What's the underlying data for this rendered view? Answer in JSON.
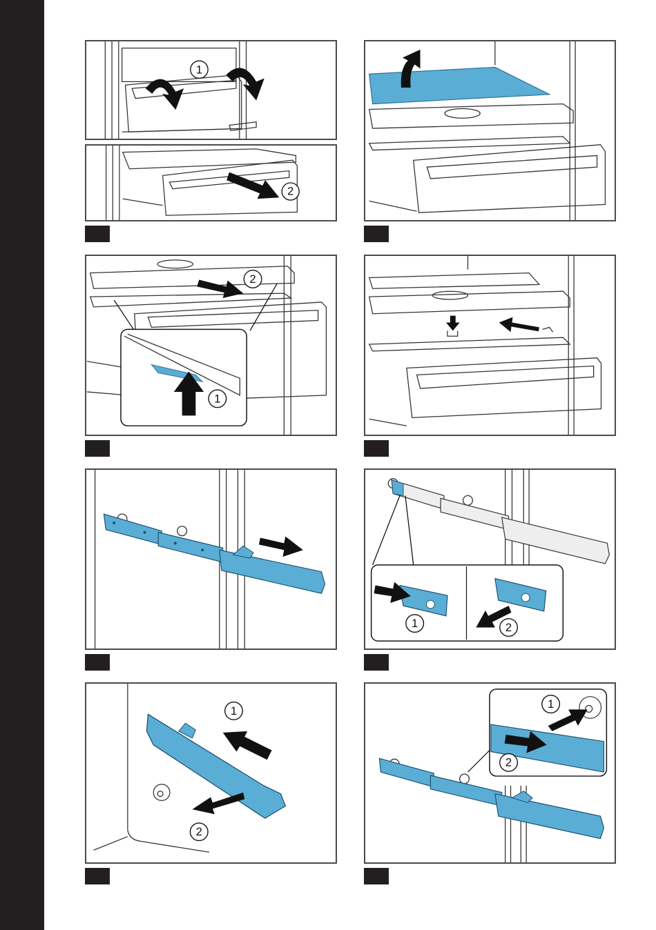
{
  "page": {
    "side_band_color": "#231f20",
    "accent_color": "#5aaed6",
    "panel_border_color": "#4a4a4a"
  },
  "steps": [
    {
      "id": "step-1",
      "callouts": [
        "1",
        "2"
      ],
      "icons": [
        "rotate-arrow-icon",
        "pull-arrow-icon"
      ]
    },
    {
      "id": "step-2",
      "callouts": [],
      "icons": [
        "lift-arrow-icon"
      ]
    },
    {
      "id": "step-3",
      "callouts": [
        "2",
        "1"
      ],
      "icons": [
        "push-up-arrow-icon",
        "pull-arrow-icon"
      ]
    },
    {
      "id": "step-4",
      "callouts": [],
      "icons": [
        "push-arrow-icon",
        "down-arrow-icon"
      ]
    },
    {
      "id": "step-5",
      "callouts": [],
      "icons": [
        "slide-arrow-icon"
      ]
    },
    {
      "id": "step-6",
      "callouts": [
        "1",
        "2"
      ],
      "icons": [
        "push-arrow-icon",
        "release-arrow-icon"
      ]
    },
    {
      "id": "step-7",
      "callouts": [
        "1",
        "2"
      ],
      "icons": [
        "slide-arrow-icon",
        "pull-arrow-icon"
      ]
    },
    {
      "id": "step-8",
      "callouts": [
        "1",
        "2"
      ],
      "icons": [
        "insert-arrow-icon",
        "push-arrow-icon"
      ]
    }
  ]
}
